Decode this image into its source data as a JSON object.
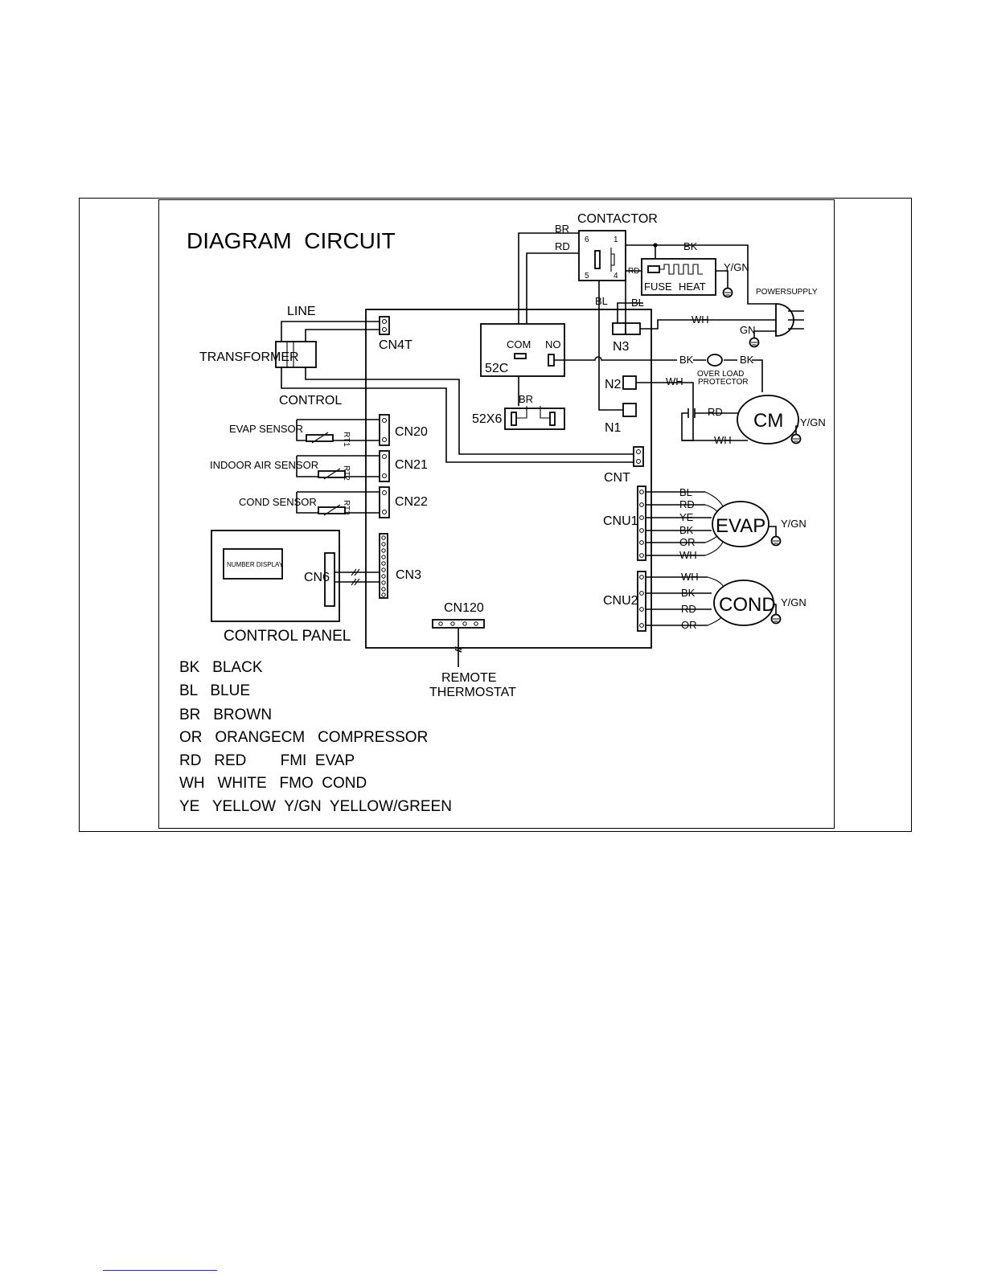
{
  "diagram": {
    "title": "DIAGRAM  CIRCUIT",
    "labels": {
      "contactor": "CONTACTOR",
      "contact_6": "6",
      "contact_1": "1",
      "contact_5": "5",
      "contact_4": "4",
      "fuse": "FUSE",
      "heat": "HEAT",
      "power_supply": "POWERSUPPLY",
      "line": "LINE",
      "transformer": "TRANSFORMER",
      "control": "CONTROL",
      "cn4t": "CN4T",
      "com": "COM",
      "no": "NO",
      "relay_52c": "52C",
      "relay_52x6": "52X6",
      "n1": "N1",
      "n2": "N2",
      "n3": "N3",
      "overload": "OVER LOAD",
      "protector": "PROTECTOR",
      "motor_cm": "CM",
      "cnt": "CNT",
      "evap_sensor": "EVAP SENSOR",
      "indoor_air_sensor": "INDOOR AIR SENSOR",
      "cond_sensor": "COND SENSOR",
      "rt1": "RT1",
      "rt2": "RT2",
      "rt3": "RT3",
      "cn20": "CN20",
      "cn21": "CN21",
      "cn22": "CN22",
      "cn3": "CN3",
      "cn6": "CN6",
      "cnu1": "CNU1",
      "cnu2": "CNU2",
      "motor_evap": "EVAP",
      "motor_cond": "COND",
      "number_display": "NUMBER DISPLAY",
      "control_panel": "CONTROL PANEL",
      "cn120": "CN120",
      "remote": "REMOTE",
      "thermostat": "THERMOSTAT",
      "ygn": "Y/GN"
    },
    "wires": {
      "br": "BR",
      "rd": "RD",
      "bk": "BK",
      "bl": "BL",
      "wh": "WH",
      "gn": "GN",
      "ye": "YE",
      "or": "OR"
    },
    "legend": [
      "BK   BLACK",
      "BL   BLUE",
      "BR   BROWN",
      "OR   ORANGECM   COMPRESSOR",
      "RD   RED        FMI  EVAP",
      "WH   WHITE   FMO  COND",
      "YE   YELLOW  Y/GN  YELLOW/GREEN"
    ]
  }
}
